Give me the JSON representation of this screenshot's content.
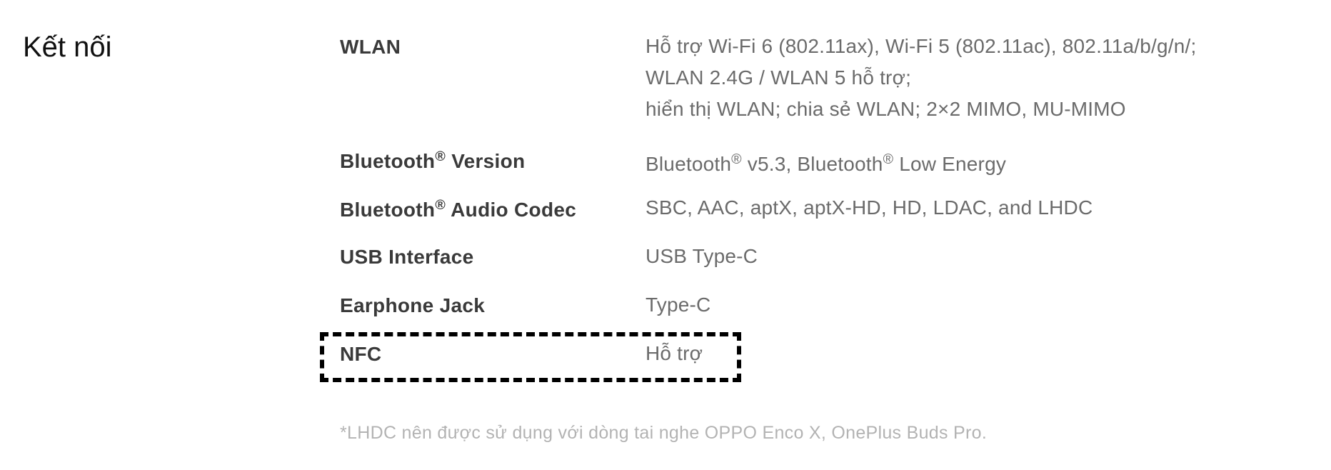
{
  "section": {
    "title": "Kết nối"
  },
  "specs": {
    "wlan": {
      "label": "WLAN",
      "lines": [
        "Hỗ trợ Wi-Fi 6 (802.11ax), Wi-Fi 5 (802.11ac), 802.11a/b/g/n/;",
        "WLAN 2.4G / WLAN 5 hỗ trợ;",
        "hiển thị WLAN; chia sẻ WLAN; 2×2 MIMO, MU-MIMO"
      ]
    },
    "bt_version": {
      "label_a": "Bluetooth",
      "label_b": "Version",
      "value_a": "Bluetooth",
      "value_b": "v5.3, Bluetooth",
      "value_c": "Low Energy"
    },
    "bt_codec": {
      "label_a": "Bluetooth",
      "label_b": "Audio Codec",
      "value": "SBC, AAC, aptX, aptX-HD, HD, LDAC, and LHDC"
    },
    "usb": {
      "label": "USB Interface",
      "value": "USB Type-C"
    },
    "earphone": {
      "label": "Earphone Jack",
      "value": "Type-C"
    },
    "nfc": {
      "label": "NFC",
      "value": "Hỗ trợ"
    }
  },
  "symbols": {
    "registered": "®"
  },
  "footnote": "*LHDC nên được sử dụng với dòng tai nghe OPPO Enco X, OnePlus Buds Pro."
}
